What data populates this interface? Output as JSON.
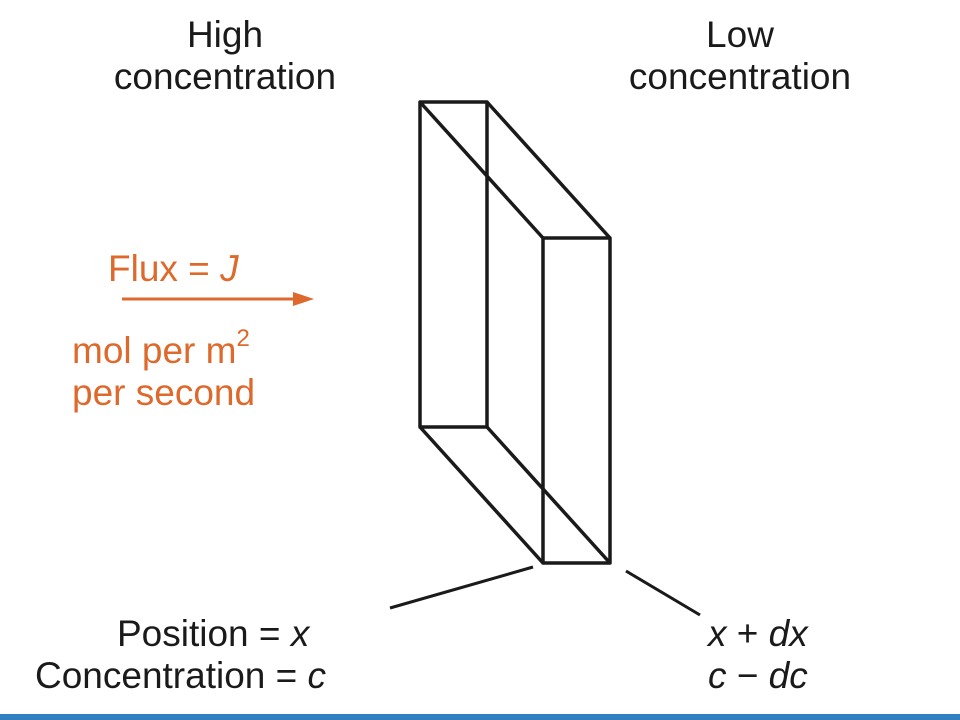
{
  "labels": {
    "high_line1": "High",
    "high_line2": "concentration",
    "low_line1": "Low",
    "low_line2": "concentration"
  },
  "flux": {
    "label": "Flux = ",
    "symbol": "J",
    "units_line1": "mol per m",
    "units_exp": "2",
    "units_line2": "per second"
  },
  "left_annotation": {
    "position_label": "Position = ",
    "position_var": "x",
    "concentration_label": "Concentration = ",
    "concentration_var": "c"
  },
  "right_annotation": {
    "x_var": "x",
    "x_op": " + ",
    "x_delta": "dx",
    "c_var": "c",
    "c_op": " − ",
    "c_delta": "dc"
  },
  "colors": {
    "accent": "#dd6a2c",
    "ink": "#1a1a1a",
    "bottom_bar": "#2f7fc0"
  }
}
